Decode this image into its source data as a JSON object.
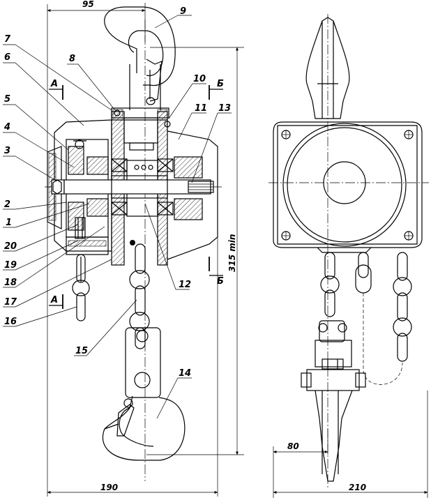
{
  "dimensions": {
    "top_width": "95",
    "bottom_width_left": "190",
    "bottom_width_right": "210",
    "side_offset": "80",
    "min_height": "315 min"
  },
  "section_marks": {
    "a_top": "А",
    "a_bottom": "А",
    "b_top": "Б",
    "b_bottom": "Б"
  },
  "part_numbers": [
    "1",
    "2",
    "3",
    "4",
    "5",
    "6",
    "7",
    "8",
    "9",
    "10",
    "11",
    "12",
    "13",
    "14",
    "15",
    "16",
    "17",
    "18",
    "19",
    "20"
  ]
}
